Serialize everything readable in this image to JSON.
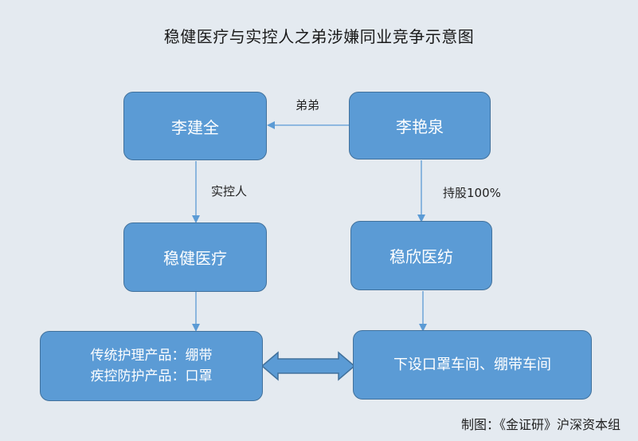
{
  "title": "稳健医疗与实控人之弟涉嫌同业竞争示意图",
  "nodes": {
    "li_jianquan": "李建全",
    "li_yanquan": "李艳泉",
    "wenjian": "稳健医疗",
    "wenxin": "稳欣医纺",
    "left_bottom_line1": "传统护理产品：绷带",
    "left_bottom_line2": "疾控防护产品：口罩",
    "right_bottom": "下设口罩车间、绷带车间"
  },
  "edges": {
    "brother": "弟弟",
    "controller": "实控人",
    "holding": "持股100%"
  },
  "credit": "制图：《金证研》沪深资本组",
  "colors": {
    "node_fill": "#5b9bd5",
    "node_border": "#41719c",
    "connector": "#5b9bd5",
    "background": "#e4eaf0"
  }
}
